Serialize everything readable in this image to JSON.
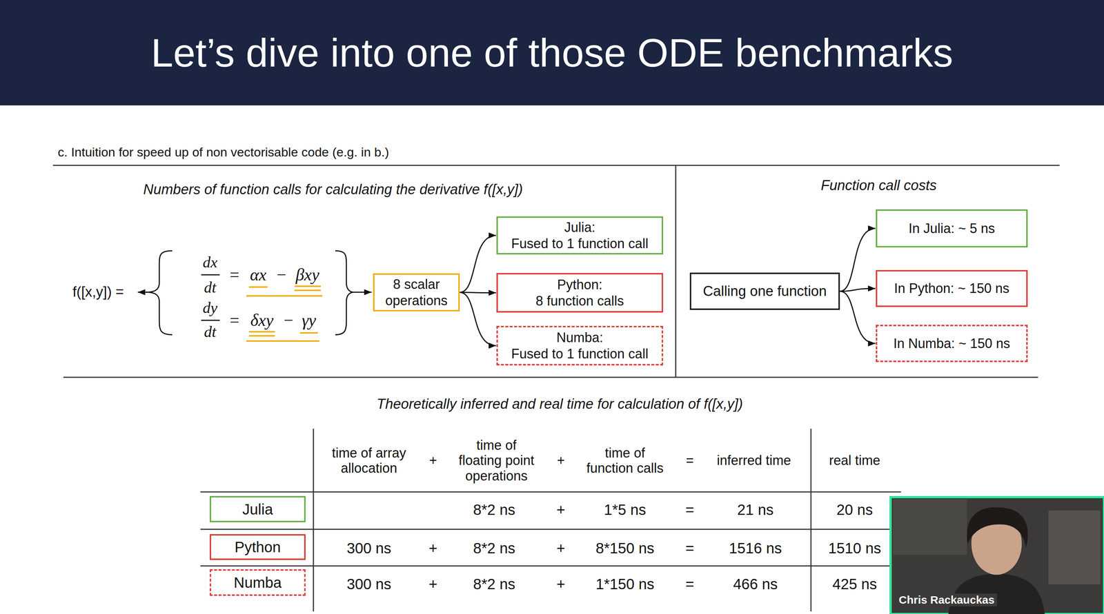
{
  "diagram": {
    "title": "Let’s dive into one of those ODE benchmarks",
    "nodes": [
      {
        "text": [
          "8 scalar operations"
        ]
      },
      {
        "text": [
          "Julia:",
          "Fused to 1 function call"
        ]
      },
      {
        "text": [
          "Python:",
          "8 function calls"
        ]
      },
      {
        "text": [
          "Numba:",
          "Fused to 1 function call"
        ]
      },
      {
        "text": [
          "Calling one function"
        ]
      },
      {
        "text": [
          "In Julia: ~ 5 ns"
        ]
      },
      {
        "text": [
          "In Python: ~ 150 ns"
        ]
      },
      {
        "text": [
          "In Numba: ~ 150 ns"
        ]
      },
      {
        "text": [
          "Julia"
        ]
      },
      {
        "text": [
          "Python"
        ]
      },
      {
        "text": [
          "Numba"
        ]
      }
    ],
    "edges": [
      {
        "from": 0,
        "to": 1,
        "arrow": "to"
      },
      {
        "from": 0,
        "to": 2,
        "arrow": "to"
      },
      {
        "from": 0,
        "to": 3,
        "arrow": "to"
      },
      {
        "from": 4,
        "to": 5,
        "arrow": "to"
      },
      {
        "from": 4,
        "to": 6,
        "arrow": "to"
      },
      {
        "from": 4,
        "to": 7,
        "arrow": "to"
      }
    ],
    "labels": [
      "c. Intuition for speed up of non vectorisable code (e.g. in b.)",
      "Numbers of function calls for calculating the derivative f([x,y])",
      "Function call  costs",
      "f([x,y]) =",
      "dx",
      "dt",
      "=",
      "αx",
      "−",
      "βxy",
      "dy",
      "dt",
      "=",
      "δxy",
      "−",
      "γy",
      "Theoretically inferred and real time for calculation of f([x,y])",
      "time of array allocation",
      "+",
      "time of floating point operations",
      "+",
      "time of function calls",
      "=",
      "inferred time",
      "real time",
      "8*2 ns",
      "+",
      "1*5 ns",
      "=",
      "21 ns",
      "20 ns",
      "300 ns",
      "+",
      "8*2 ns",
      "+",
      "8*150 ns",
      "=",
      "1516 ns",
      "1510 ns",
      "300 ns",
      "+",
      "8*2 ns",
      "+",
      "1*150 ns",
      "=",
      "466 ns",
      "425 ns",
      "Chris Rackauckas"
    ]
  }
}
